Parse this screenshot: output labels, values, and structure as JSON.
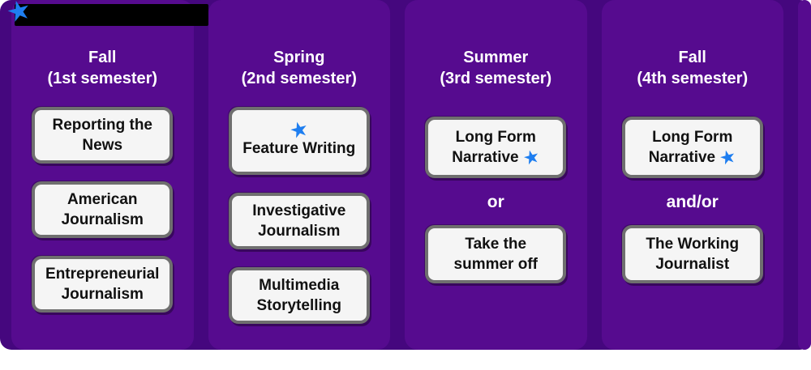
{
  "legend": {
    "bar_color": "#000000",
    "star_icon": "star-icon"
  },
  "icons": {
    "star": "★"
  },
  "theme": {
    "panel_purple": "#560b8f",
    "gap_purple": "#45077e",
    "box_fill": "#f5f5f5",
    "box_border": "#6f6f6f",
    "header_text": "#ffffff",
    "course_text": "#111111",
    "star_blue": "#1e7ef0"
  },
  "columns": [
    {
      "header_line1": "Fall",
      "header_line2": "(1st semester)",
      "courses": [
        "Reporting the News",
        "American Journalism",
        "Entrepreneurial Journalism"
      ]
    },
    {
      "header_line1": "Spring",
      "header_line2": "(2nd semester)",
      "courses": [
        "Feature Writing",
        "Investigative Journalism",
        "Multimedia Storytelling"
      ],
      "starred_course": "Feature Writing"
    },
    {
      "header_line1": "Summer",
      "header_line2": "(3rd semester)",
      "courses": [
        "Long Form Narrative",
        "Take the summer off"
      ],
      "connector": "or",
      "starred_course": "Long Form Narrative"
    },
    {
      "header_line1": "Fall",
      "header_line2": "(4th semester)",
      "courses": [
        "Long Form Narrative",
        "The Working Journalist"
      ],
      "connector": "and/or",
      "starred_course": "Long Form Narrative"
    }
  ]
}
